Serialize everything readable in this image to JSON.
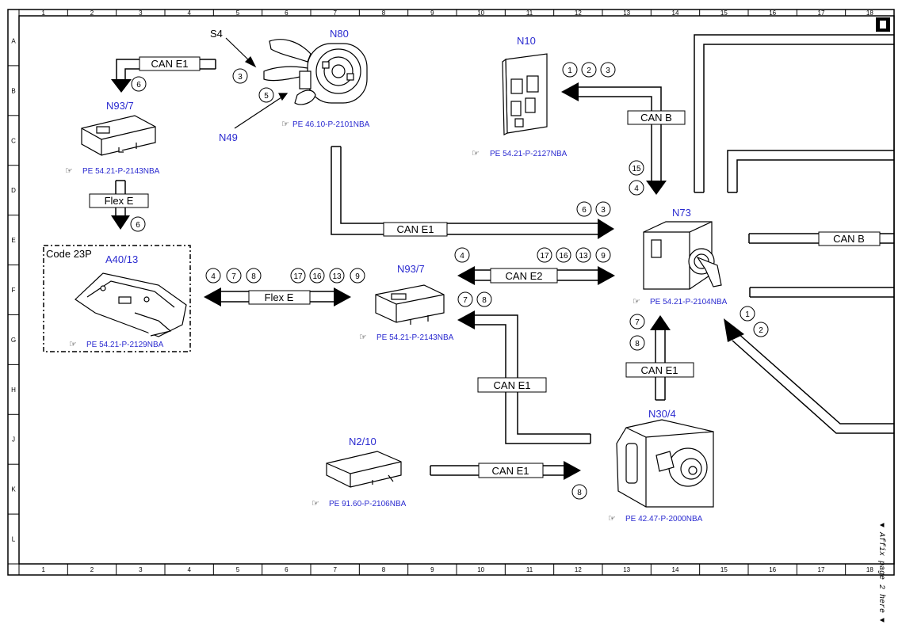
{
  "grid": {
    "columns": [
      "1",
      "2",
      "3",
      "4",
      "5",
      "6",
      "7",
      "8",
      "9",
      "10",
      "11",
      "12",
      "13",
      "14",
      "15",
      "16",
      "17",
      "18"
    ],
    "rows": [
      "A",
      "B",
      "C",
      "D",
      "E",
      "F",
      "G",
      "H",
      "J",
      "K",
      "L"
    ]
  },
  "components": {
    "s4": "S4",
    "n80": "N80",
    "n49": "N49",
    "n10": "N10",
    "n93_7_top": "N93/7",
    "n93_7_mid": "N93/7",
    "n73": "N73",
    "a40_13": "A40/13",
    "code_23p": "Code 23P",
    "n2_10": "N2/10",
    "n30_4": "N30/4"
  },
  "refs": {
    "n80": "PE 46.10-P-2101NBA",
    "n10": "PE 54.21-P-2127NBA",
    "n93_7_top": "PE 54.21-P-2143NBA",
    "n73": "PE 54.21-P-2104NBA",
    "a40_13": "PE 54.21-P-2129NBA",
    "n93_7_mid": "PE 54.21-P-2143NBA",
    "n2_10": "PE 91.60-P-2106NBA",
    "n30_4": "PE 42.47-P-2000NBA"
  },
  "buses": {
    "can_e1_top": "CAN E1",
    "flex_e_left": "Flex E",
    "can_b_n10": "CAN B",
    "can_e1_n80": "CAN E1",
    "can_b_right": "CAN B",
    "can_e2": "CAN E2",
    "flex_e_mid": "Flex E",
    "can_e1_n30": "CAN E1",
    "can_e1_loop": "CAN E1",
    "can_e1_n2": "CAN E1"
  },
  "circles": {
    "c_s4_3": "3",
    "c_s4_5": "5",
    "c_can_top_6": "6",
    "c_flex_left_6": "6",
    "c_n10_1": "1",
    "c_n10_2": "2",
    "c_n10_3": "3",
    "c_canb_15": "15",
    "c_canb_4": "4",
    "c_n80_6": "6",
    "c_n80_3": "3",
    "c_e2_4": "4",
    "c_e2_17": "17",
    "c_e2_16": "16",
    "c_e2_13": "13",
    "c_e2_9": "9",
    "c_flex_4": "4",
    "c_flex_7": "7",
    "c_flex_8": "8",
    "c_flex_17": "17",
    "c_flex_16": "16",
    "c_flex_13": "13",
    "c_flex_9": "9",
    "c_n93_7": "7",
    "c_n93_8": "8",
    "c_n73_1": "1",
    "c_n73_2": "2",
    "c_n30_7": "7",
    "c_n30_8": "8",
    "c_n2_8": "8"
  },
  "side_note": "▼ Affix page 2 here ▼"
}
